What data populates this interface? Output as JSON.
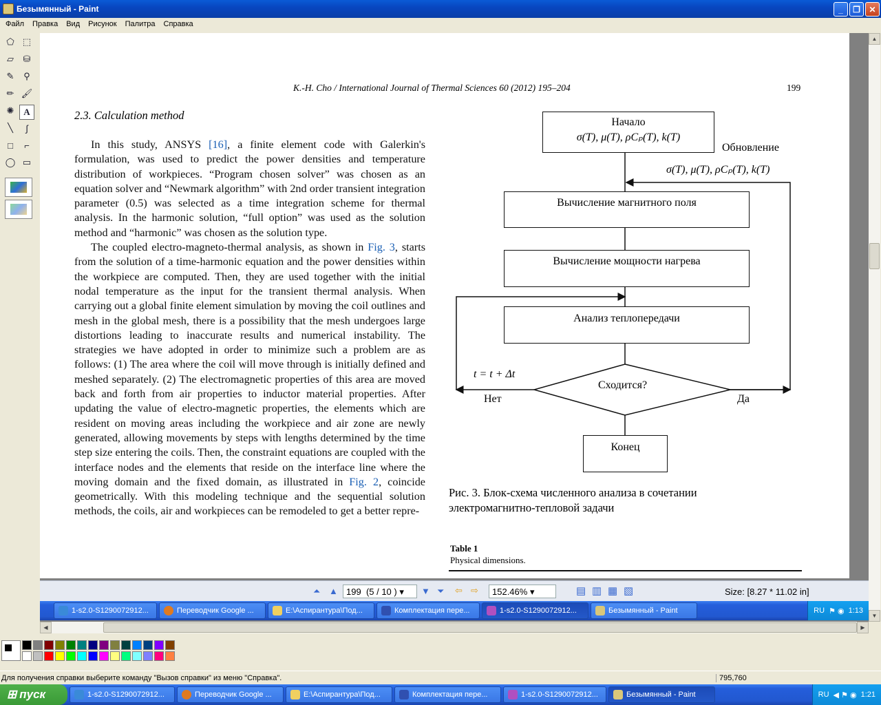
{
  "window": {
    "title": "Безымянный - Paint"
  },
  "menu": [
    "Файл",
    "Правка",
    "Вид",
    "Рисунок",
    "Палитра",
    "Справка"
  ],
  "document": {
    "running_header": "K.-H. Cho / International Journal of Thermal Sciences 60 (2012) 195–204",
    "page_number": "199",
    "section_title": "2.3.  Calculation method",
    "paragraph1": [
      "In this study, ANSYS ",
      "[16]",
      ", a finite element code with Galerkin's formulation, was used to predict the power densities and temperature distribution of workpieces. “Program chosen solver” was chosen as an equation solver and “Newmark algorithm” with 2nd order transient integration parameter (0.5) was selected as a time integration scheme for thermal analysis. In the harmonic solution, “full option” was used as the solution method and “harmonic” was chosen as the solution type."
    ],
    "paragraph2": [
      "The coupled electro-magneto-thermal analysis, as shown in ",
      "Fig. 3",
      ", starts from the solution of a time-harmonic equation and the power densities within the workpiece are computed. Then, they are used together with the initial nodal temperature as the input for the transient thermal analysis. When carrying out a global finite element simulation by moving the coil outlines and mesh in the global mesh, there is a possibility that the mesh undergoes large distortions leading to inaccurate results and numerical instability. The strategies we have adopted in order to minimize such a problem are as follows: (1) The area where the coil will move through is initially defined and meshed separately. (2) The electromagnetic properties of this area are moved back and forth from air properties to inductor material properties. After updating the value of electro-magnetic properties, the elements which are resident on moving areas including the workpiece and air zone are newly generated, allowing movements by steps with lengths determined by the time step size entering the coils. Then, the constraint equations are coupled with the interface nodes and the elements that reside on the interface line where the moving domain and the fixed domain, as illustrated in ",
      "Fig. 2",
      ", coincide geometrically. With this modeling technique and the sequential solution methods, the coils, air and workpieces can be remodeled to get a better repre-"
    ],
    "flowchart": {
      "start": "Начало",
      "start_props": "σ(T), μ(T), ρCₚ(T), k(T)",
      "update_label": "Обновление",
      "update_props": "σ(T), μ(T), ρCₚ(T), k(T)",
      "step1": "Вычисление магнитного поля",
      "step2": "Вычисление мощности нагрева",
      "step3": "Анализ теплопередачи",
      "decision": "Сходится?",
      "time_step": "t = t + Δt",
      "no": "Нет",
      "yes": "Да",
      "end": "Конец"
    },
    "caption_line1": "Рис. 3. Блок-схема численного анализа в сочетании",
    "caption_line2": "электромагнитно-тепловой задачи",
    "table_title": "Table 1",
    "table_subtitle": "Physical dimensions."
  },
  "pdf_toolbar": {
    "page_value": "199",
    "page_info": "(5 / 10 )",
    "zoom": "152.46%",
    "size": "Size: [8.27 * 11.02 in]"
  },
  "inner_taskbar": [
    "1-s2.0-S1290072912...",
    "Переводчик Google ...",
    "E:\\Аспирантура\\Под...",
    "Комплектация пере...",
    "1-s2.0-S1290072912...",
    "Безымянный - Paint"
  ],
  "inner_tray": {
    "lang": "RU",
    "time": "1:13"
  },
  "status": {
    "help": "Для получения справки выберите команду \"Вызов справки\" из меню \"Справка\".",
    "coords": "795,760"
  },
  "taskbar": {
    "start_label": "пуск",
    "items": [
      "1-s2.0-S1290072912...",
      "Переводчик Google ...",
      "E:\\Аспирантура\\Под...",
      "Комплектация пере...",
      "1-s2.0-S1290072912...",
      "Безымянный - Paint"
    ],
    "lang": "RU",
    "time": "1:21"
  },
  "colors": {
    "palette_row1": [
      "#000000",
      "#808080",
      "#800000",
      "#808000",
      "#008000",
      "#008080",
      "#000080",
      "#800080",
      "#808040",
      "#004040",
      "#0080ff",
      "#004080",
      "#8000ff",
      "#804000"
    ],
    "palette_row2": [
      "#ffffff",
      "#c0c0c0",
      "#ff0000",
      "#ffff00",
      "#00ff00",
      "#00ffff",
      "#0000ff",
      "#ff00ff",
      "#ffff80",
      "#00ff80",
      "#80ffff",
      "#8080ff",
      "#ff0080",
      "#ff8040"
    ]
  }
}
